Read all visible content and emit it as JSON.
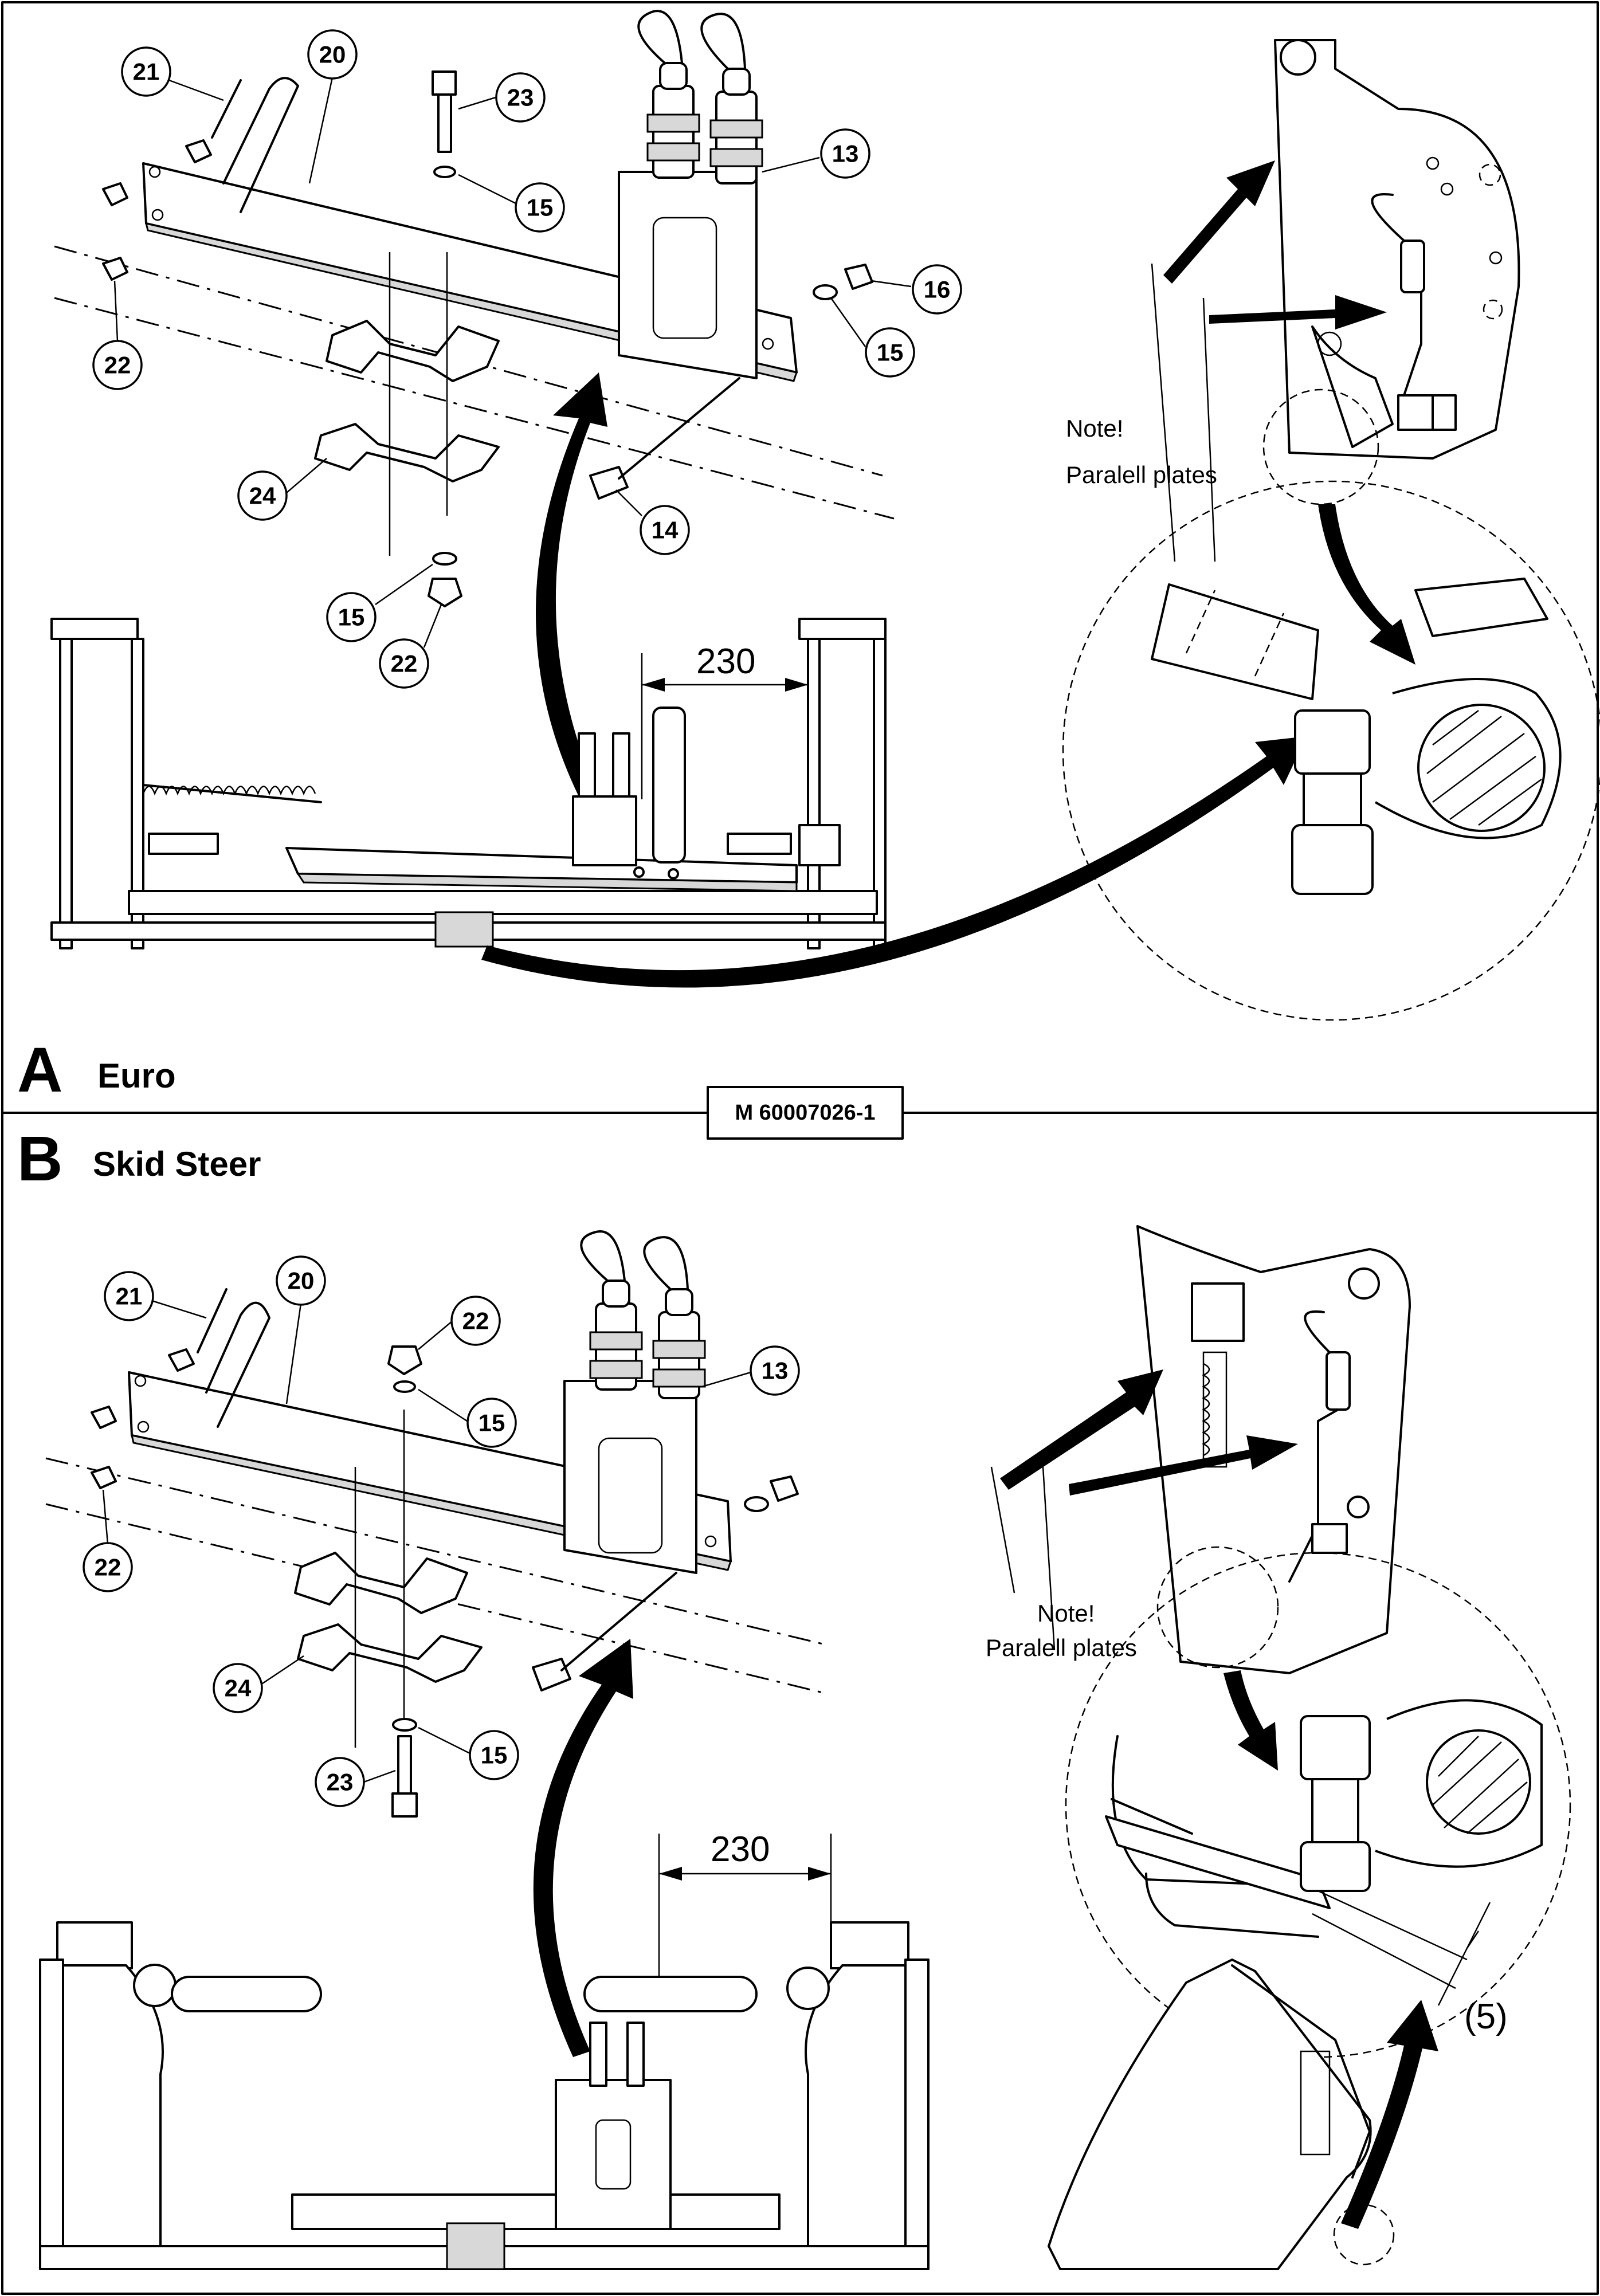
{
  "drawing_code": "M 60007026-1",
  "section_a": {
    "letter": "A",
    "title": "Euro",
    "callouts": [
      "21",
      "20",
      "23",
      "13",
      "15",
      "16",
      "15",
      "22",
      "24",
      "14",
      "15",
      "22"
    ],
    "dimension": "230",
    "note_line1": "Note!",
    "note_line2": "Paralell plates"
  },
  "section_b": {
    "letter": "B",
    "title": "Skid Steer",
    "callouts": [
      "21",
      "20",
      "22",
      "13",
      "15",
      "22",
      "24",
      "15",
      "23"
    ],
    "dimension": "230",
    "note_line1": "Note!",
    "note_line2": "Paralell plates",
    "gap_dimension": "(5)"
  }
}
